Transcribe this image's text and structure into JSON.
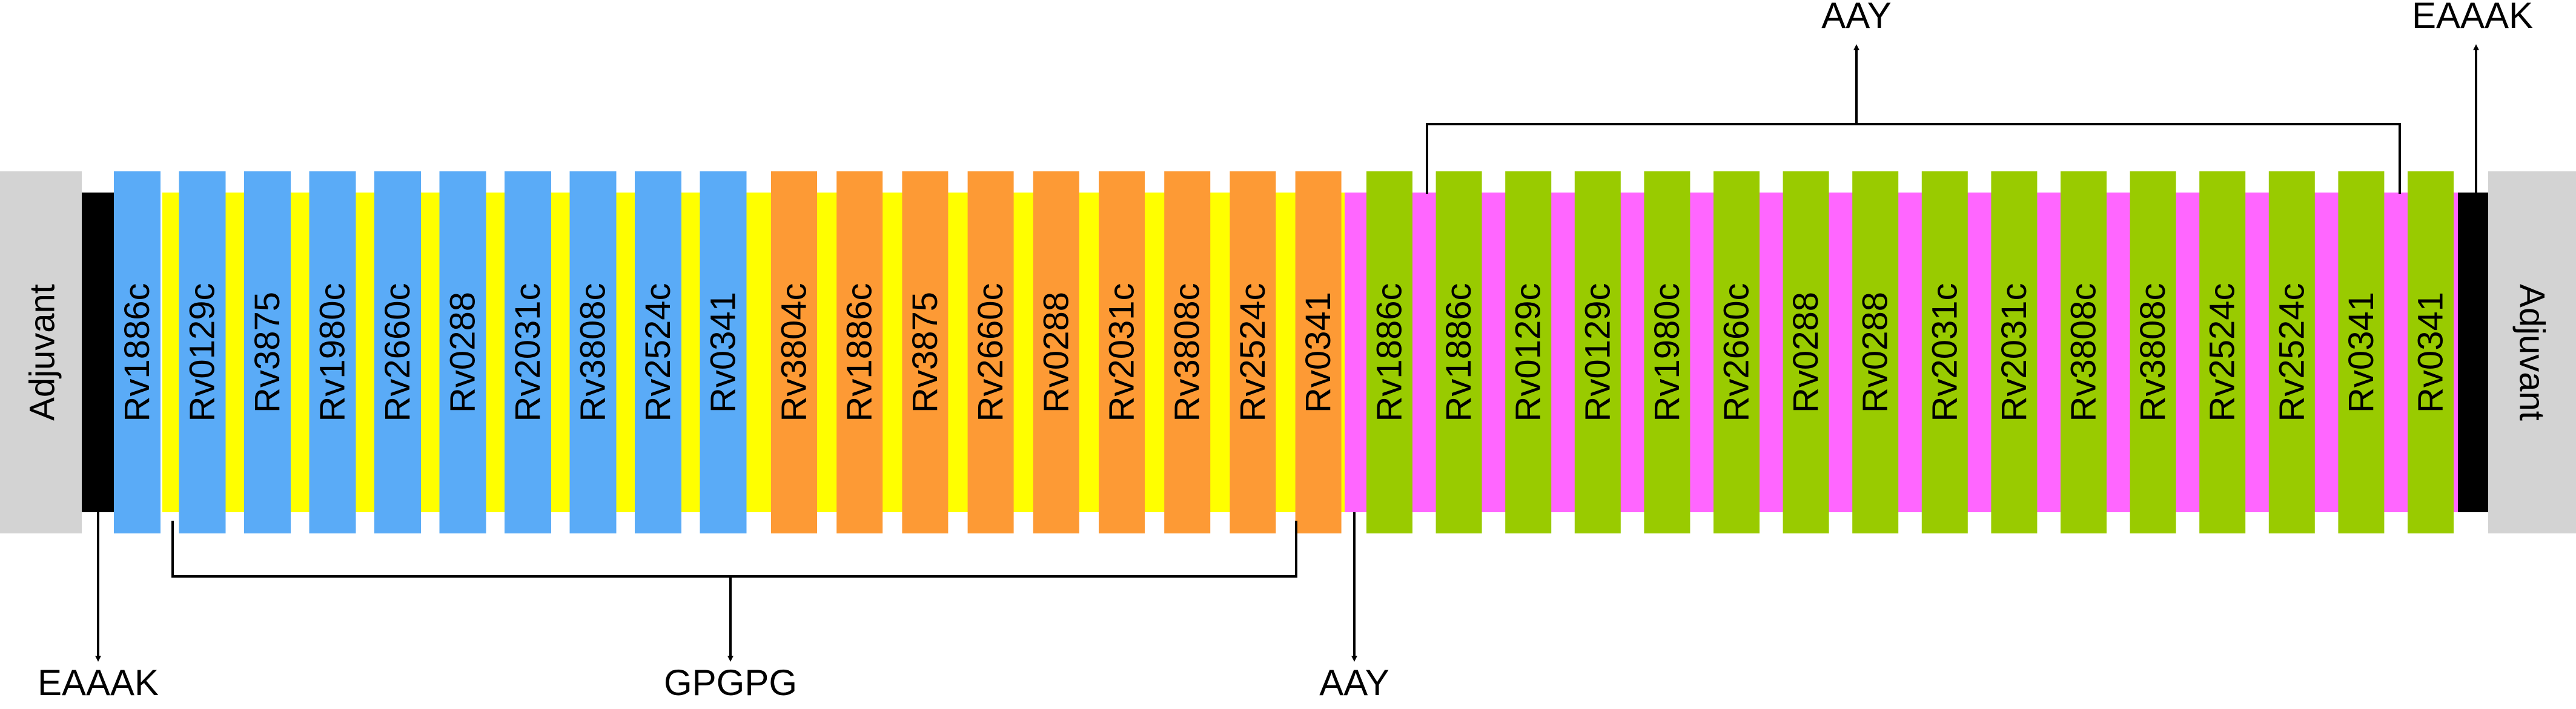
{
  "colors": {
    "adjuvant": "#d3d3d3",
    "eaaak_linker": "#000000",
    "ctl_epitope": "#5aabf7",
    "htl_epitope": "#fd9a35",
    "bcell_epitope": "#99cb00",
    "gpgpg_linker_band": "#ffff00",
    "aay_linker_band": "#ff66ff",
    "connector": "#000000"
  },
  "adjuvant_left": {
    "label": "Adjuvant"
  },
  "adjuvant_right": {
    "label": "Adjuvant"
  },
  "ctl_epitopes": [
    "Rv1886c",
    "Rv0129c",
    "Rv3875",
    "Rv1980c",
    "Rv2660c",
    "Rv0288",
    "Rv2031c",
    "Rv3808c",
    "Rv2524c",
    "Rv0341"
  ],
  "htl_epitopes": [
    "Rv3804c",
    "Rv1886c",
    "Rv3875",
    "Rv2660c",
    "Rv0288",
    "Rv2031c",
    "Rv3808c",
    "Rv2524c",
    "Rv0341"
  ],
  "bcell_epitopes": [
    "Rv1886c",
    "Rv1886c",
    "Rv0129c",
    "Rv0129c",
    "Rv1980c",
    "Rv2660c",
    "Rv0288",
    "Rv0288",
    "Rv2031c",
    "Rv2031c",
    "Rv3808c",
    "Rv3808c",
    "Rv2524c",
    "Rv2524c",
    "Rv0341",
    "Rv0341"
  ],
  "annotations": {
    "eaaak_bottom": "EAAAK",
    "gpgpg_bottom": "GPGPG",
    "aay_bottom": "AAY",
    "aay_top": "AAY",
    "eaaak_top": "EAAAK"
  }
}
